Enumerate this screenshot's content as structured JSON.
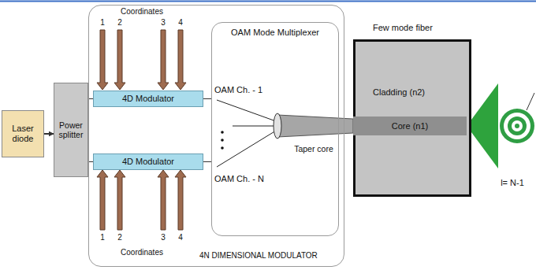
{
  "diagram": {
    "nodes": [
      {
        "text": [
          "Laser diode"
        ]
      },
      {
        "text": [
          "Power splitter"
        ]
      },
      {
        "text": [
          "4N DIMENSIONAL MODULATOR"
        ]
      },
      {
        "text": [
          "4D Modulator"
        ],
        "in": 2
      },
      {
        "text": [
          "4D Modulator"
        ],
        "in": 2
      },
      {
        "text": [
          "OAM Mode Multiplexer"
        ],
        "in": 2
      },
      {
        "text": [
          "Few mode fiber",
          "Cladding (n2)"
        ]
      },
      {
        "text": [
          "Core (n1)"
        ],
        "in": 6
      }
    ],
    "edges": [
      {
        "from": 0,
        "to": 1,
        "arrow": "to"
      },
      {
        "from": 1,
        "to": 3,
        "arrow": "none"
      },
      {
        "from": 1,
        "to": 4,
        "arrow": "none"
      },
      {
        "from": 3,
        "to": 5,
        "arrow": "none"
      },
      {
        "from": 4,
        "to": 5,
        "arrow": "none"
      }
    ],
    "labels": [
      "Coordinates",
      "1",
      "2",
      "3",
      "4",
      "Coordinates",
      "1",
      "2",
      "3",
      "4",
      "OAM Ch. - 1",
      "OAM Ch. - N",
      "Taper core",
      "l= N-1"
    ]
  }
}
